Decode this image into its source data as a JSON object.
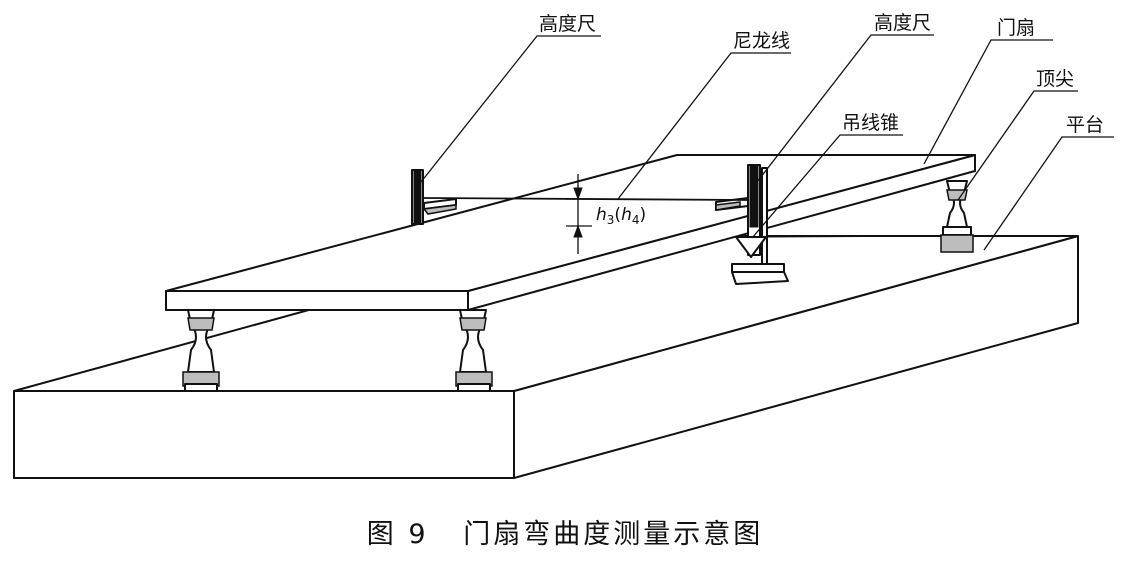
{
  "labels": {
    "height_gauge_left": "高度尺",
    "nylon_line": "尼龙线",
    "height_gauge_right": "高度尺",
    "door_leaf": "门扇",
    "plumb_bob": "吊线锥",
    "top_tip": "顶尖",
    "platform": "平台"
  },
  "dimension": {
    "h_main": "h",
    "h_sub": "3",
    "paren_open": "(",
    "paren_main": "h",
    "paren_sub": "4",
    "paren_close": ")"
  },
  "caption": "图 9   门扇弯曲度测量示意图"
}
